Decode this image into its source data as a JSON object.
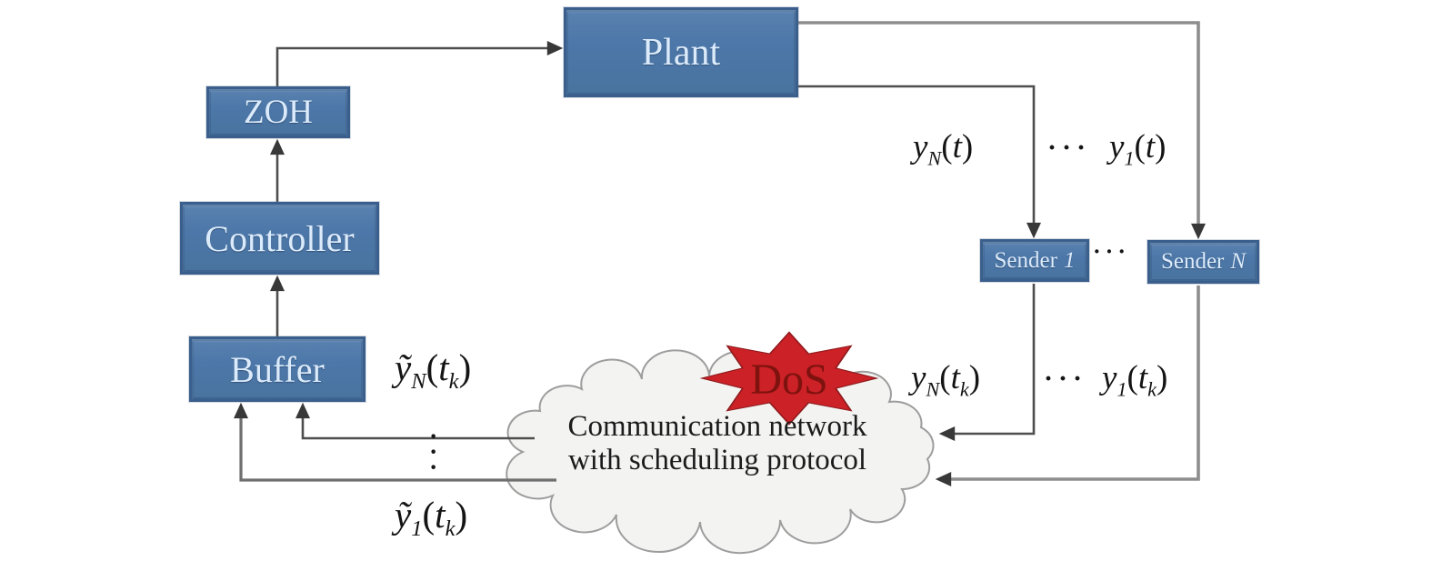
{
  "blocks": {
    "plant": {
      "label": "Plant"
    },
    "zoh": {
      "label": "ZOH"
    },
    "controller": {
      "label": "Controller"
    },
    "buffer": {
      "label": "Buffer"
    },
    "sender1": {
      "prefix": "Sender",
      "index": "1"
    },
    "senderN": {
      "prefix": "Sender",
      "index": "N"
    }
  },
  "signals": {
    "yN_t": {
      "base": "y",
      "sub": "N",
      "open": "(",
      "arg": "t",
      "argsub": "",
      "close": ")"
    },
    "y1_t": {
      "base": "y",
      "sub": "1",
      "open": "(",
      "arg": "t",
      "argsub": "",
      "close": ")"
    },
    "yN_tk": {
      "base": "y",
      "sub": "N",
      "open": "(",
      "arg": "t",
      "argsub": "k",
      "close": ")"
    },
    "y1_tk": {
      "base": "y",
      "sub": "1",
      "open": "(",
      "arg": "t",
      "argsub": "k",
      "close": ")"
    },
    "ytildeN_tk": {
      "base": "ỹ",
      "sub": "N",
      "open": "(",
      "arg": "t",
      "argsub": "k",
      "close": ")"
    },
    "ytilde1_tk": {
      "base": "ỹ",
      "sub": "1",
      "open": "(",
      "arg": "t",
      "argsub": "k",
      "close": ")"
    }
  },
  "dots": {
    "horizontal": "···",
    "vertical": "·\n·\n·"
  },
  "network": {
    "line1": "Communication network",
    "line2": "with scheduling protocol"
  },
  "attack": {
    "label": "DoS"
  },
  "colors": {
    "block_fill": "#4c77a8",
    "block_border": "#3a5f8c",
    "block_text": "#dcebfb",
    "line_dark": "#4e4e4e",
    "line_light": "#8d8d8d",
    "cloud_fill": "#f3f3f2",
    "cloud_stroke": "#9d9d9d",
    "star_fill": "#cb2127",
    "star_text": "#7d120e"
  }
}
